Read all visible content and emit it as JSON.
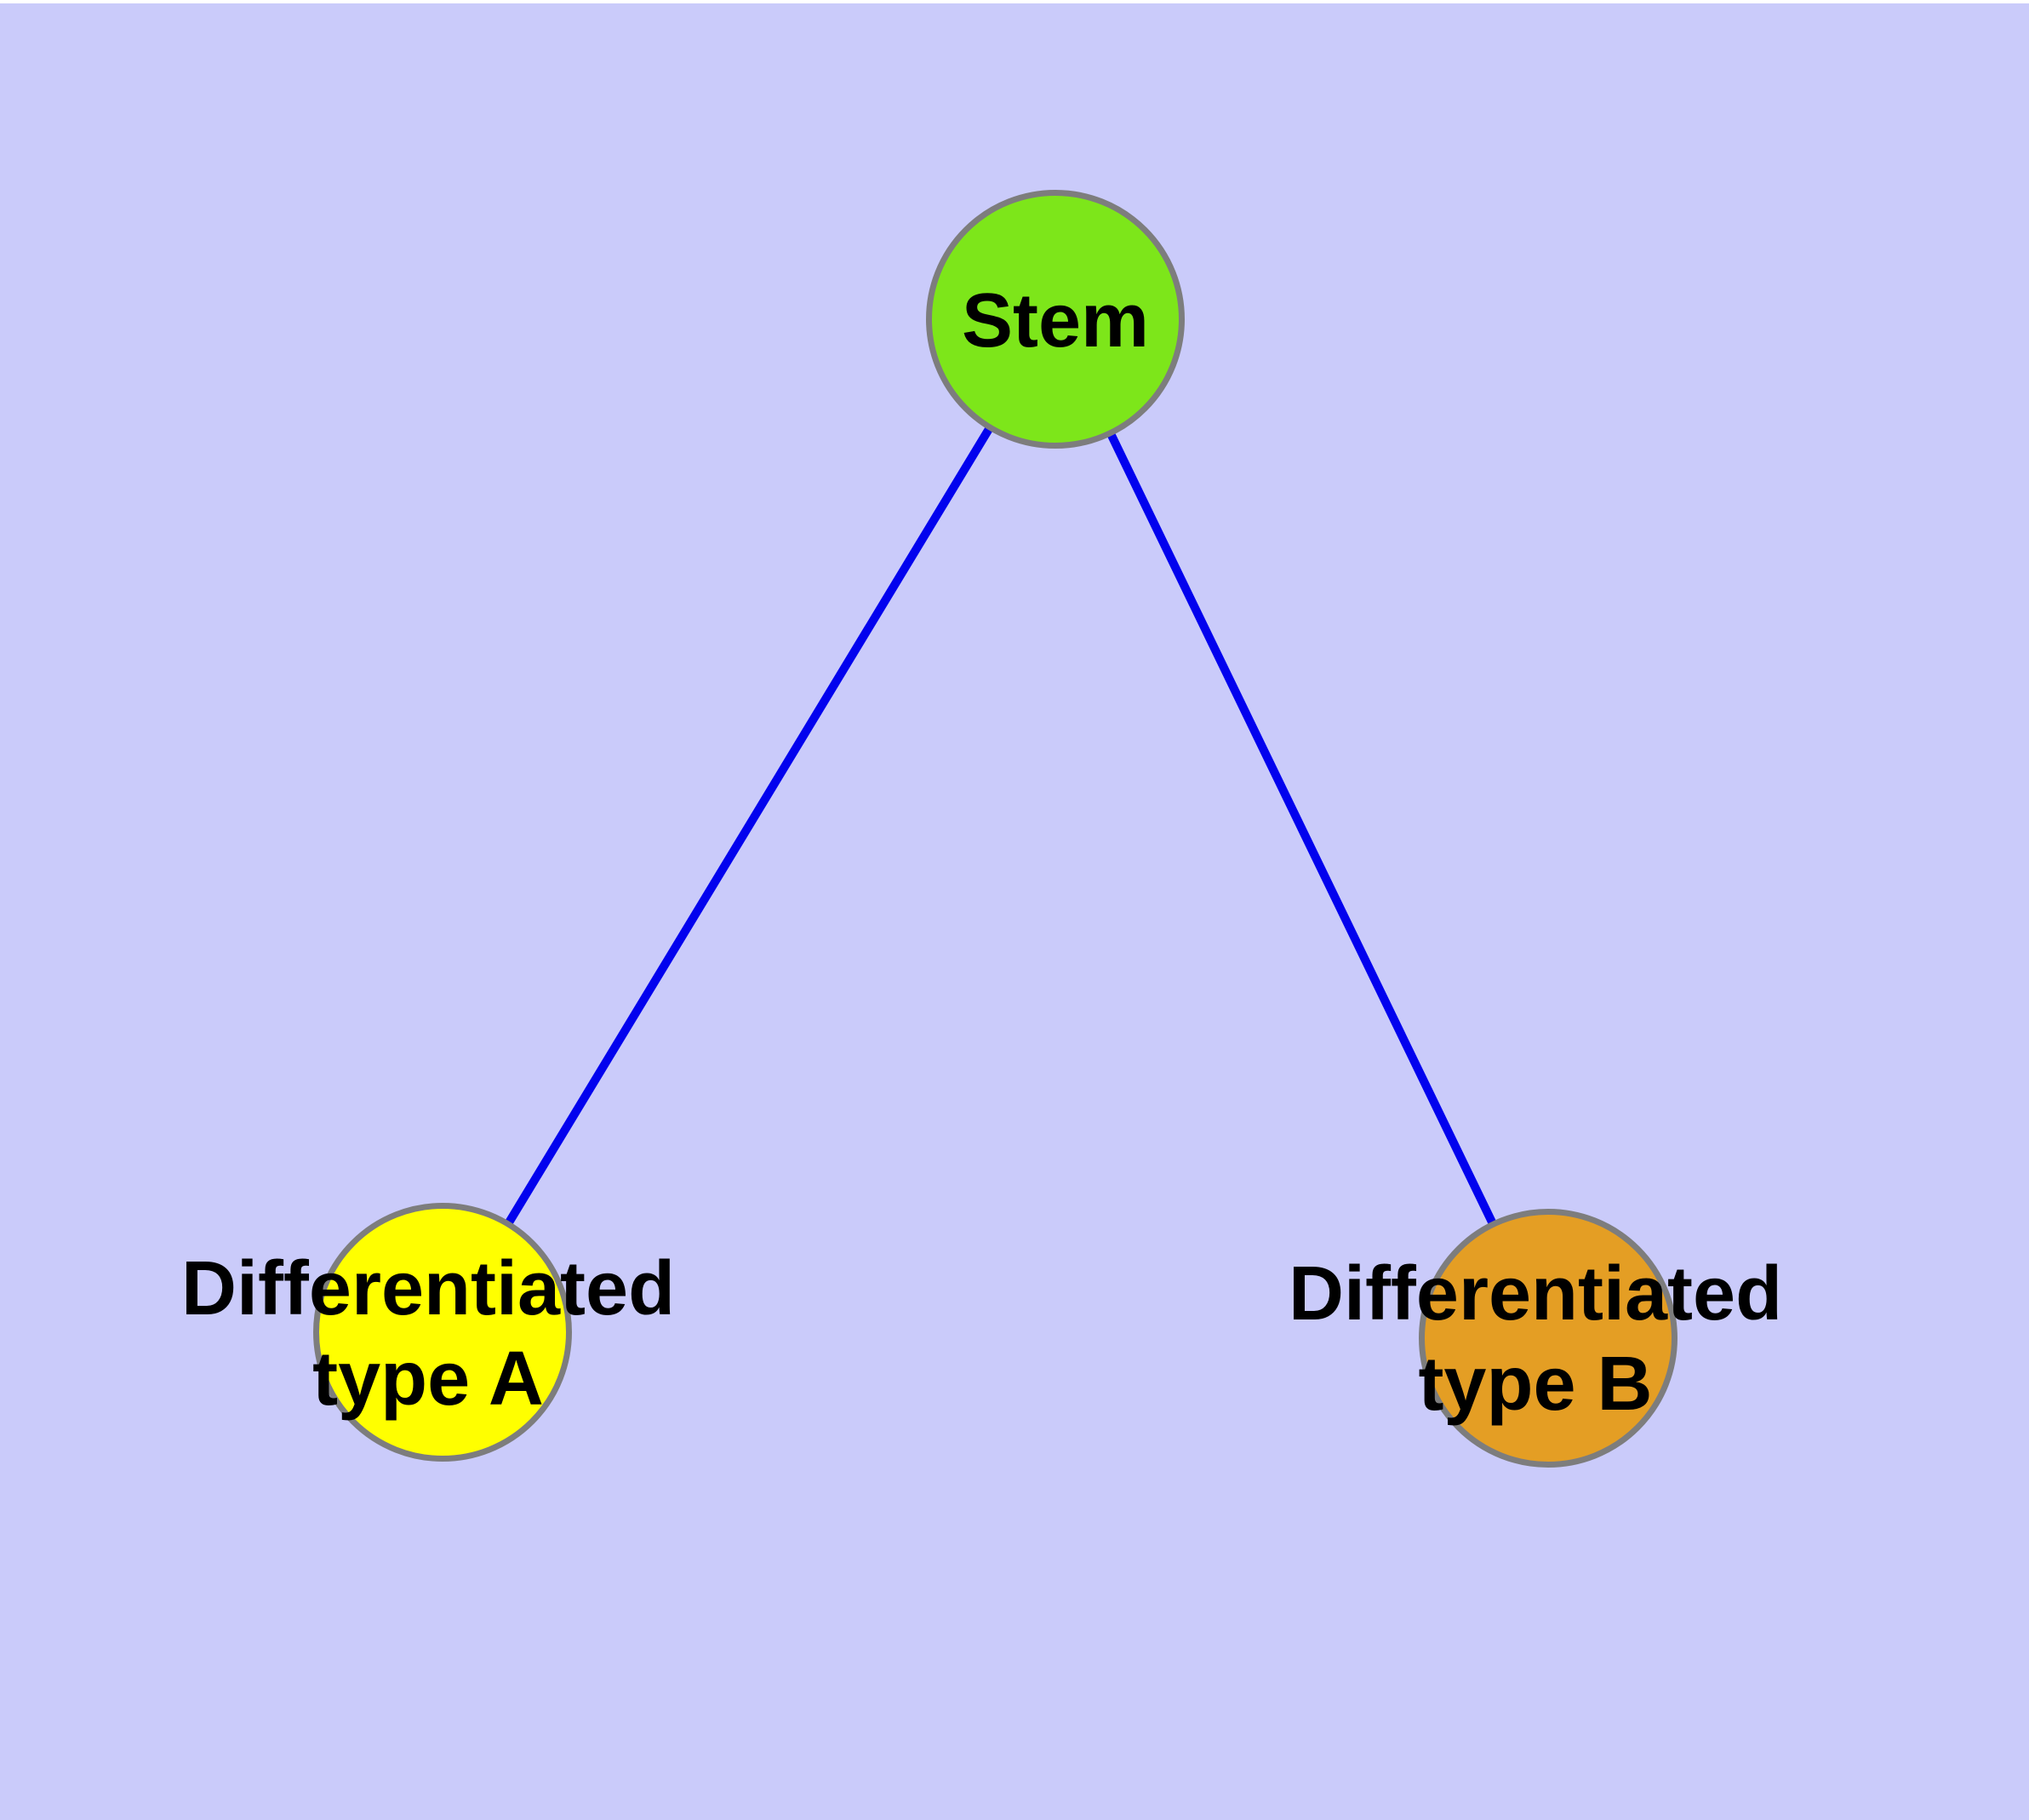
{
  "diagram": {
    "type": "graph",
    "background_color": "#CACBFA",
    "margin_color": "#FFFFFF",
    "edge_color": "#0202EE",
    "node_border_color": "#7D7D7D",
    "label_color": "#000000",
    "nodes": [
      {
        "id": "stem",
        "label": "Stem",
        "label_lines": [
          "Stem"
        ],
        "color": "#7DE61A"
      },
      {
        "id": "differentiated-type-a",
        "label": "Differentiated type A",
        "label_lines": [
          "Differentiated",
          "type A"
        ],
        "color": "#FFFF00"
      },
      {
        "id": "differentiated-type-b",
        "label": "Differentiated type B",
        "label_lines": [
          "Differentiated",
          "type B"
        ],
        "color": "#E49E24"
      }
    ],
    "edges": [
      {
        "from": "stem",
        "to": "differentiated-type-a"
      },
      {
        "from": "stem",
        "to": "differentiated-type-b"
      }
    ]
  }
}
